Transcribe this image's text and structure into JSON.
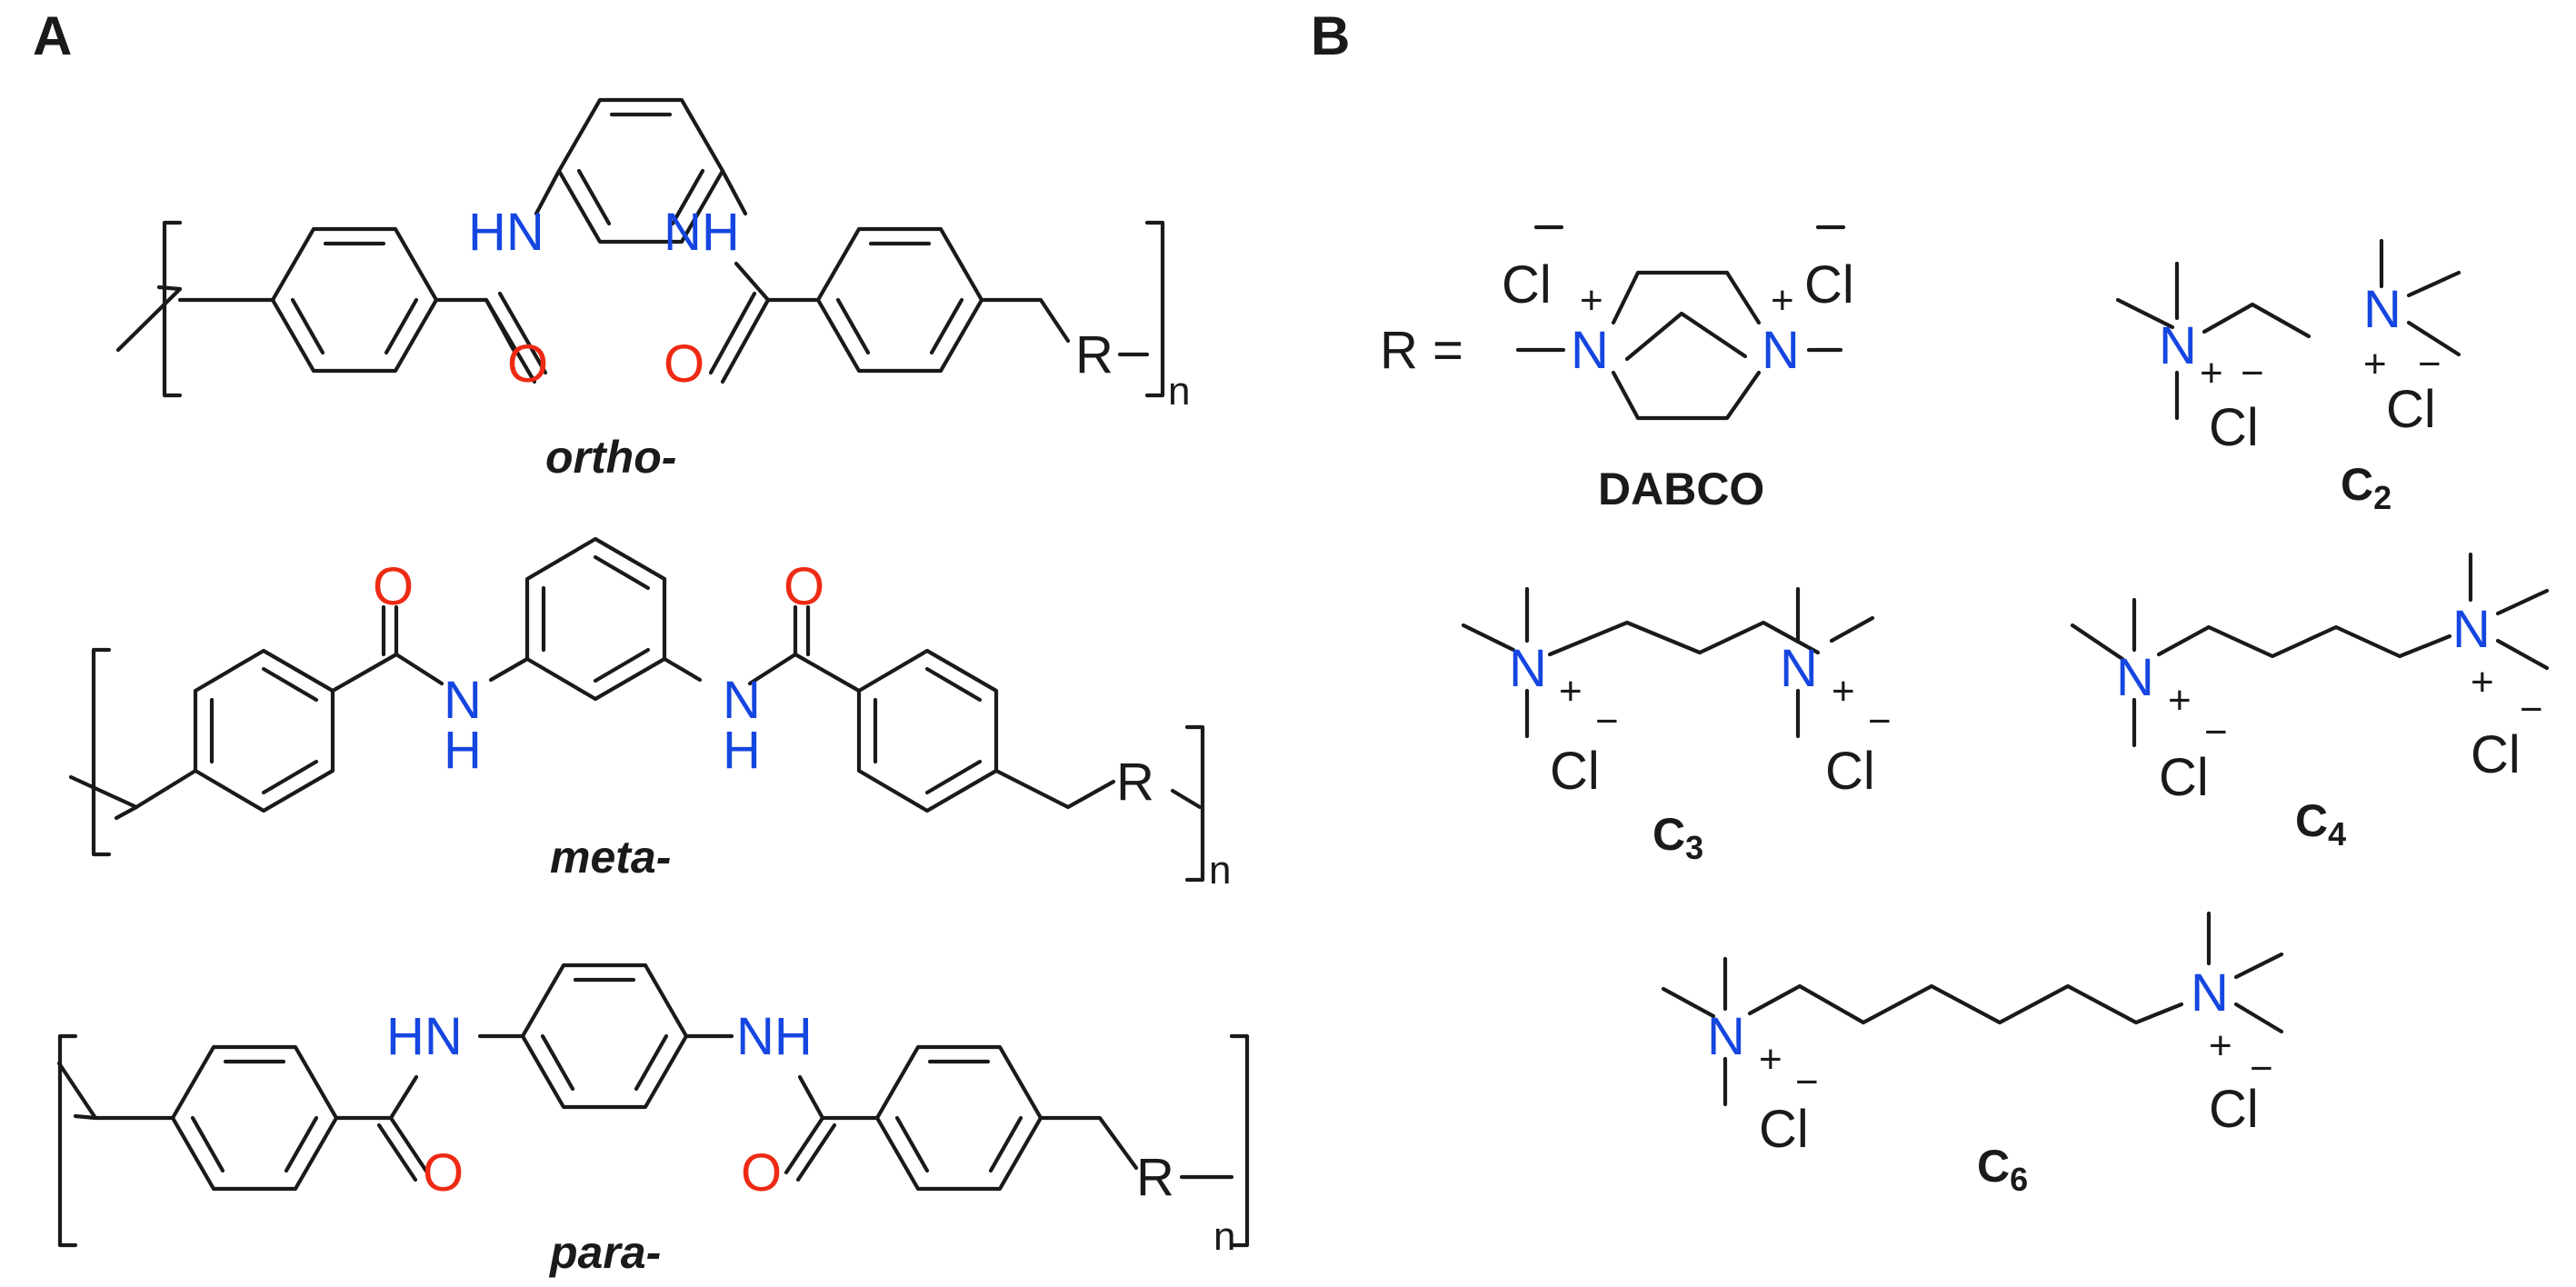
{
  "panels": {
    "a": "A",
    "b": "B"
  },
  "colors": {
    "bond": "#1a1a1a",
    "nitrogen": "#1546e0",
    "oxygen": "#ee2a14"
  },
  "atoms": {
    "N": "N",
    "NH": "NH",
    "HN": "HN",
    "H": "H",
    "O": "O",
    "R": "R",
    "Cl": "Cl",
    "n": "n",
    "plus": "+",
    "minus": "−"
  },
  "r_label": "R =",
  "isomers": {
    "ortho": "ortho-",
    "meta": "meta-",
    "para": "para-"
  },
  "spacers": {
    "dabco": "DABCO",
    "c2": {
      "base": "C",
      "sub": "2"
    },
    "c3": {
      "base": "C",
      "sub": "3"
    },
    "c4": {
      "base": "C",
      "sub": "4"
    },
    "c6": {
      "base": "C",
      "sub": "6"
    }
  }
}
